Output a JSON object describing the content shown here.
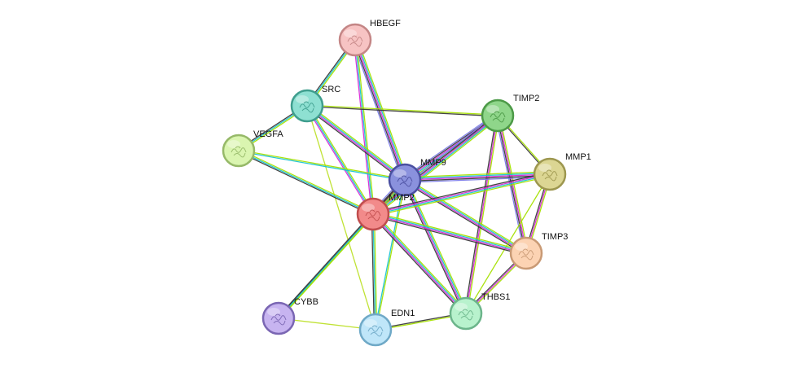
{
  "network": {
    "channel_colors": {
      "green": "#a5e000",
      "cyan": "#19c4d2",
      "magenta": "#d72bd7",
      "black": "#3a3a3a",
      "blue": "#7a7ae6",
      "lime": "#bde02a"
    },
    "nodes": [
      {
        "id": "HBEGF",
        "label": "HBEGF",
        "fill": "#f7c3c3",
        "stroke": "#c48686",
        "icon": "protein-structure-icon"
      },
      {
        "id": "SRC",
        "label": "SRC",
        "fill": "#8ee0d2",
        "stroke": "#3f9e8e",
        "icon": "protein-structure-icon"
      },
      {
        "id": "VEGFA",
        "label": "VEGFA",
        "fill": "#daf5b0",
        "stroke": "#96b968",
        "icon": "protein-structure-icon"
      },
      {
        "id": "TIMP2",
        "label": "TIMP2",
        "fill": "#8fd68a",
        "stroke": "#4c9a47",
        "icon": "protein-structure-icon"
      },
      {
        "id": "MMP9",
        "label": "MMP9",
        "fill": "#8a91dd",
        "stroke": "#4a4fa0",
        "icon": "protein-structure-icon"
      },
      {
        "id": "MMP1",
        "label": "MMP1",
        "fill": "#dcd693",
        "stroke": "#9d974f",
        "icon": "protein-structure-icon"
      },
      {
        "id": "MMP2",
        "label": "MMP2",
        "fill": "#f28a8a",
        "stroke": "#c04d4d",
        "icon": "protein-structure-icon"
      },
      {
        "id": "TIMP3",
        "label": "TIMP3",
        "fill": "#fcd3b3",
        "stroke": "#c99a75",
        "icon": "protein-structure-icon"
      },
      {
        "id": "CYBB",
        "label": "CYBB",
        "fill": "#c7b4f0",
        "stroke": "#7a66b3",
        "icon": "protein-structure-icon"
      },
      {
        "id": "EDN1",
        "label": "EDN1",
        "fill": "#bfe6f9",
        "stroke": "#6fa9c7",
        "icon": "protein-structure-icon"
      },
      {
        "id": "THBS1",
        "label": "THBS1",
        "fill": "#b8f2cd",
        "stroke": "#6cb58b",
        "icon": "protein-structure-icon"
      }
    ],
    "edges": [
      {
        "source": "HBEGF",
        "target": "SRC",
        "channels": [
          "green",
          "cyan",
          "black"
        ]
      },
      {
        "source": "HBEGF",
        "target": "MMP9",
        "channels": [
          "green",
          "cyan",
          "magenta",
          "black",
          "blue"
        ]
      },
      {
        "source": "HBEGF",
        "target": "MMP2",
        "channels": [
          "green",
          "cyan",
          "magenta"
        ]
      },
      {
        "source": "SRC",
        "target": "VEGFA",
        "channels": [
          "green",
          "cyan",
          "black"
        ]
      },
      {
        "source": "SRC",
        "target": "TIMP2",
        "channels": [
          "green",
          "black"
        ]
      },
      {
        "source": "SRC",
        "target": "MMP9",
        "channels": [
          "green",
          "cyan",
          "magenta",
          "black"
        ]
      },
      {
        "source": "SRC",
        "target": "MMP2",
        "channels": [
          "green",
          "cyan",
          "magenta"
        ]
      },
      {
        "source": "SRC",
        "target": "EDN1",
        "channels": [
          "lime"
        ]
      },
      {
        "source": "VEGFA",
        "target": "MMP9",
        "channels": [
          "green",
          "cyan"
        ]
      },
      {
        "source": "VEGFA",
        "target": "MMP2",
        "channels": [
          "green",
          "cyan",
          "black"
        ]
      },
      {
        "source": "TIMP2",
        "target": "MMP9",
        "channels": [
          "green",
          "cyan",
          "magenta",
          "black",
          "blue"
        ]
      },
      {
        "source": "TIMP2",
        "target": "MMP2",
        "channels": [
          "green",
          "cyan",
          "magenta",
          "black",
          "blue"
        ]
      },
      {
        "source": "TIMP2",
        "target": "MMP1",
        "channels": [
          "green",
          "black"
        ]
      },
      {
        "source": "TIMP2",
        "target": "TIMP3",
        "channels": [
          "green",
          "magenta",
          "black",
          "blue"
        ]
      },
      {
        "source": "TIMP2",
        "target": "THBS1",
        "channels": [
          "green",
          "magenta",
          "black"
        ]
      },
      {
        "source": "MMP9",
        "target": "MMP1",
        "channels": [
          "green",
          "cyan",
          "magenta",
          "black",
          "blue"
        ]
      },
      {
        "source": "MMP9",
        "target": "MMP2",
        "channels": [
          "green",
          "cyan",
          "magenta",
          "black",
          "blue"
        ]
      },
      {
        "source": "MMP9",
        "target": "TIMP3",
        "channels": [
          "green",
          "cyan",
          "magenta",
          "black"
        ]
      },
      {
        "source": "MMP9",
        "target": "THBS1",
        "channels": [
          "green",
          "cyan",
          "magenta",
          "black"
        ]
      },
      {
        "source": "MMP9",
        "target": "EDN1",
        "channels": [
          "green",
          "cyan"
        ]
      },
      {
        "source": "MMP9",
        "target": "CYBB",
        "channels": [
          "green",
          "black"
        ]
      },
      {
        "source": "MMP1",
        "target": "MMP2",
        "channels": [
          "green",
          "cyan",
          "magenta",
          "black"
        ]
      },
      {
        "source": "MMP1",
        "target": "TIMP3",
        "channels": [
          "green",
          "magenta",
          "black"
        ]
      },
      {
        "source": "MMP1",
        "target": "THBS1",
        "channels": [
          "green"
        ]
      },
      {
        "source": "MMP2",
        "target": "TIMP3",
        "channels": [
          "green",
          "cyan",
          "magenta",
          "black"
        ]
      },
      {
        "source": "MMP2",
        "target": "THBS1",
        "channels": [
          "green",
          "cyan",
          "magenta",
          "black"
        ]
      },
      {
        "source": "MMP2",
        "target": "CYBB",
        "channels": [
          "green",
          "cyan",
          "black"
        ]
      },
      {
        "source": "MMP2",
        "target": "EDN1",
        "channels": [
          "green",
          "cyan",
          "black"
        ]
      },
      {
        "source": "TIMP3",
        "target": "THBS1",
        "channels": [
          "green",
          "magenta",
          "black"
        ]
      },
      {
        "source": "THBS1",
        "target": "EDN1",
        "channels": [
          "green",
          "black"
        ]
      },
      {
        "source": "CYBB",
        "target": "EDN1",
        "channels": [
          "lime"
        ]
      }
    ]
  }
}
